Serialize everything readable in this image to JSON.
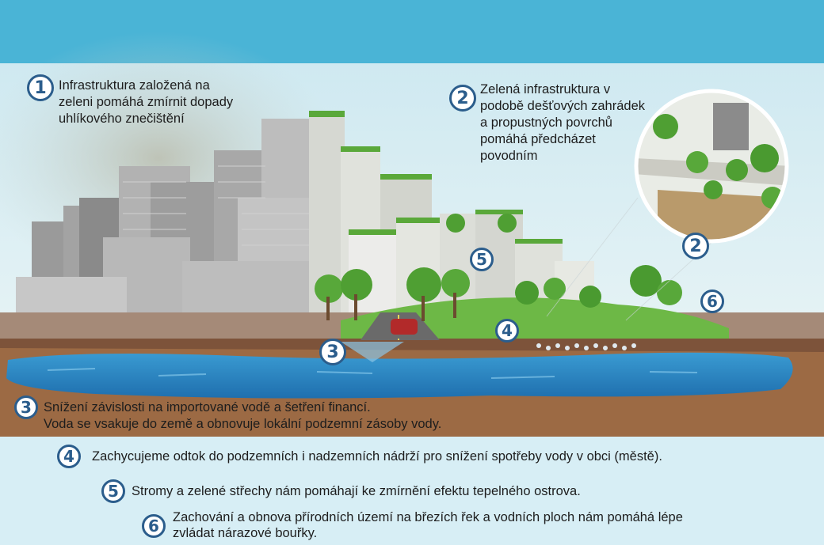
{
  "items": [
    {
      "num": "1",
      "text": "Infrastruktura založená na zeleni pomáhá zmírnit dopady uhlíkového znečištění"
    },
    {
      "num": "2",
      "text": "Zelená infrastruktura v podobě dešťových zahrádek a propustných povrchů pomáhá předcházet povodním"
    },
    {
      "num": "3",
      "line1": "Snížení závislosti na importované vodě a šetření financí.",
      "line2": "Voda se vsakuje do země a obnovuje lokální podzemní zásoby vody."
    },
    {
      "num": "4",
      "text": "Zachycujeme odtok do podzemních i nadzemních nádrží pro snížení spotřeby vody v obci (městě)."
    },
    {
      "num": "5",
      "text": "Stromy a zelené střechy nám pomáhají ke zmírnění efektu tepelného ostrova."
    },
    {
      "num": "6",
      "line1": "Zachování a obnova přírodních území na březích řek a vodních ploch nám pomáhá lépe",
      "line2": "zvládat nárazové bouřky."
    }
  ],
  "colors": {
    "sky_top": "#48b3d5",
    "sky": "#bfe3ee",
    "soil": "#9a6a45",
    "water": "#2b86c2",
    "grass": "#6bb744",
    "bottom_panel": "#d8eff6",
    "badge": "#2b5d8c"
  }
}
